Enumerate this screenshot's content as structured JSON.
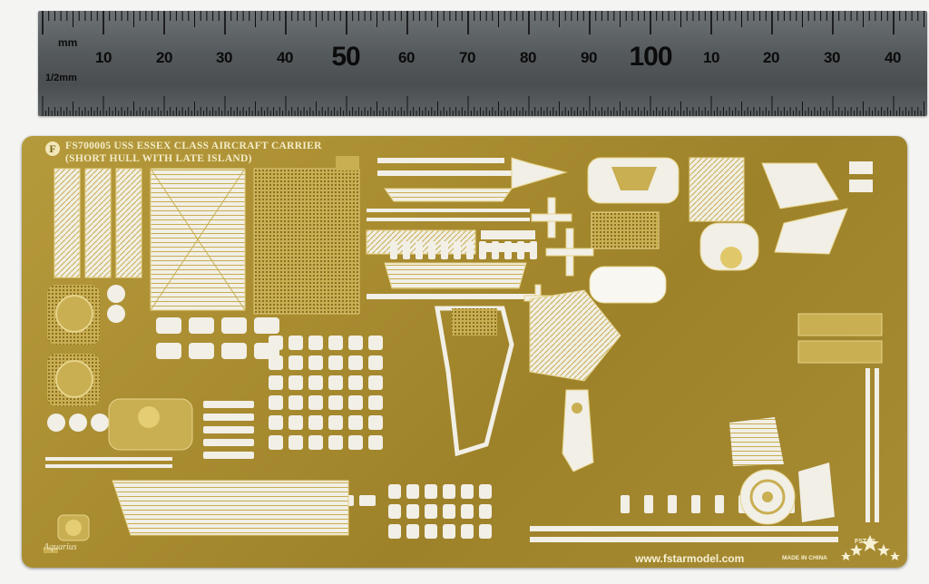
{
  "ruler": {
    "unit_top": "mm",
    "unit_bottom": "1/2mm",
    "numbers": [
      "10",
      "20",
      "30",
      "40",
      "50",
      "60",
      "70",
      "80",
      "90",
      "100",
      "10",
      "20",
      "30",
      "40"
    ]
  },
  "fret": {
    "badge": "F",
    "title_line1": "FS700005 USS ESSEX CLASS AIRCRAFT CARRIER",
    "title_line2": "(SHORT HULL WITH LATE ISLAND)",
    "maker": "Aquarius",
    "website": "www.fstarmodel.com",
    "made_in": "MADE IN CHINA",
    "brand": "FSTAR"
  },
  "colors": {
    "brass": "#a98c30",
    "brass_light": "#e6d38a",
    "ruler_steel": "#555a5d",
    "cutout": "#f1efe6"
  }
}
